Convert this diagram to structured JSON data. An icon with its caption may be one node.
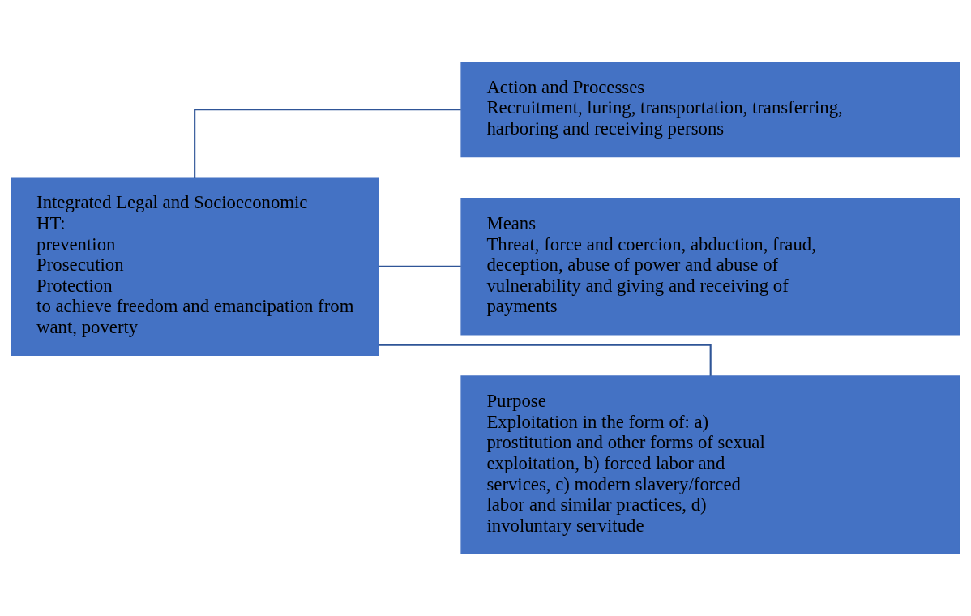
{
  "diagram": {
    "nodes": [
      {
        "text": [
          "Integrated Legal and Socioeconomic",
          "HT:",
          "prevention",
          "Prosecution",
          "Protection",
          "to achieve freedom and emancipation from want, poverty"
        ]
      },
      {
        "text": [
          "Action and Processes",
          "Recruitment, luring, transportation, transferring, harboring and receiving persons"
        ]
      },
      {
        "text": [
          "Means",
          "Threat, force and coercion, abduction, fraud, deception, abuse of power and abuse of vulnerability and giving and receiving of payments"
        ]
      },
      {
        "text": [
          "Purpose",
          "Exploitation in the form of: a) prostitution and other forms of sexual exploitation, b) forced labor and services, c) modern slavery/forced labor and similar practices, d) involuntary servitude"
        ]
      }
    ],
    "edges": [
      {
        "from": 0,
        "to": 1,
        "arrow": "none"
      },
      {
        "from": 0,
        "to": 2,
        "arrow": "none"
      },
      {
        "from": 0,
        "to": 3,
        "arrow": "none"
      }
    ]
  }
}
